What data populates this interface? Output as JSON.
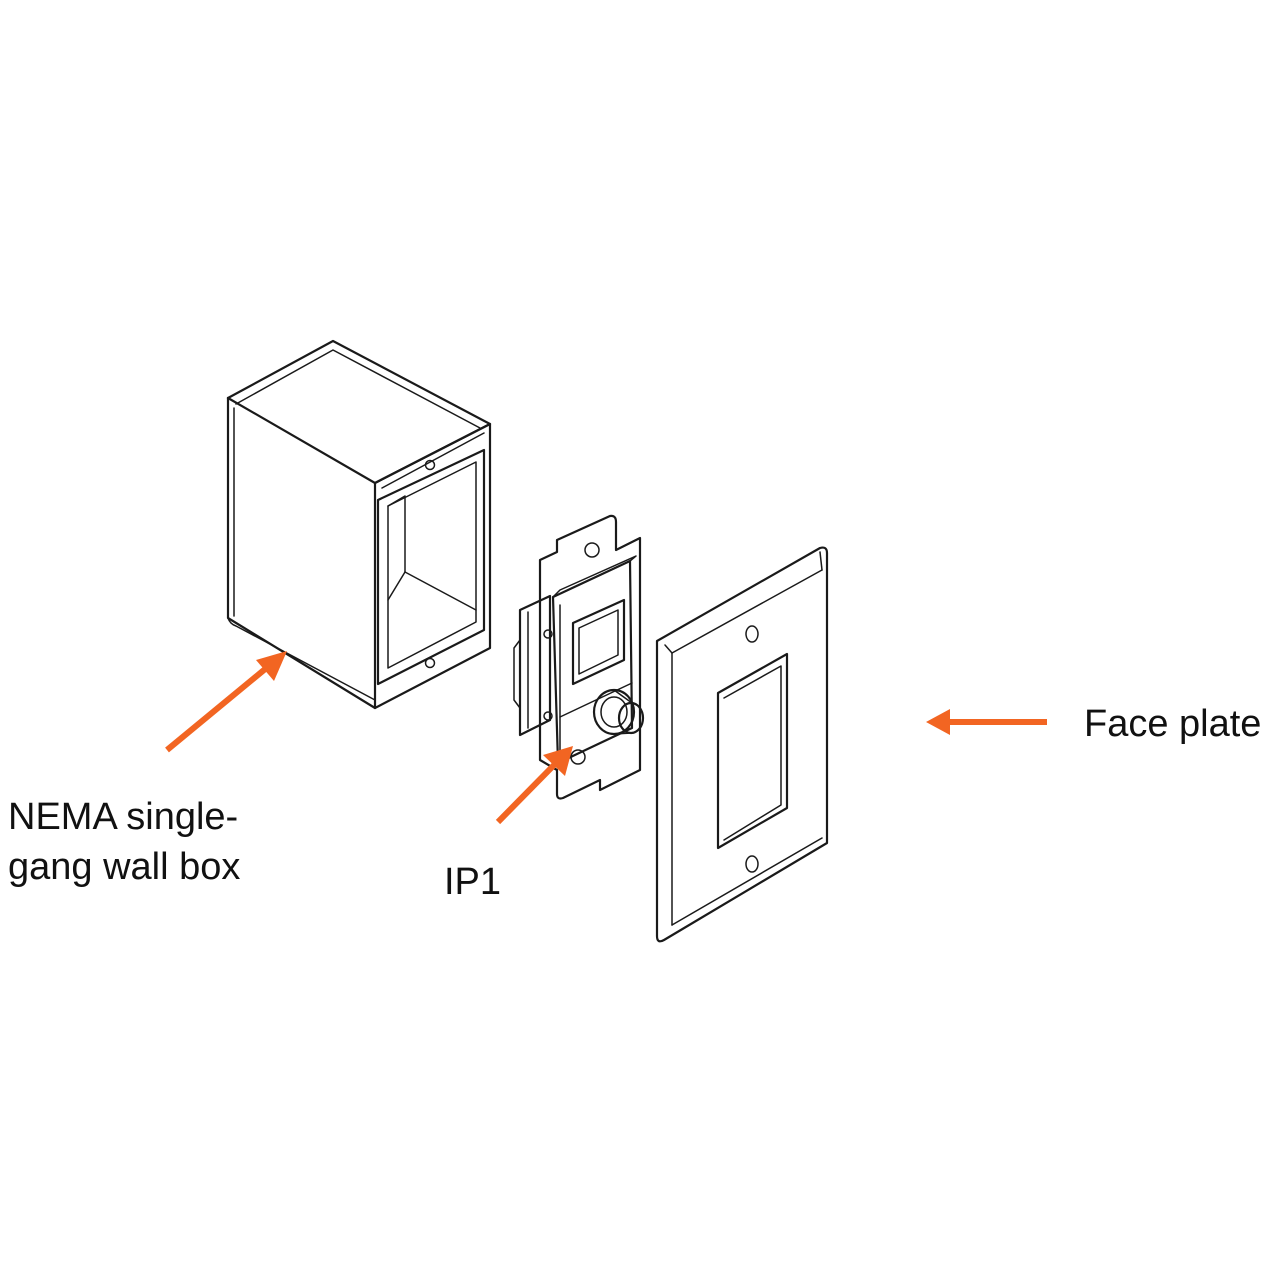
{
  "labels": {
    "wall_box": "NEMA single-gang wall box",
    "wall_box_line1": "NEMA single-",
    "wall_box_line2": "gang wall box",
    "ip1": "IP1",
    "face_plate": "Face plate"
  },
  "colors": {
    "arrow": "#f26522",
    "line": "#1a1a1a",
    "background": "#ffffff"
  }
}
